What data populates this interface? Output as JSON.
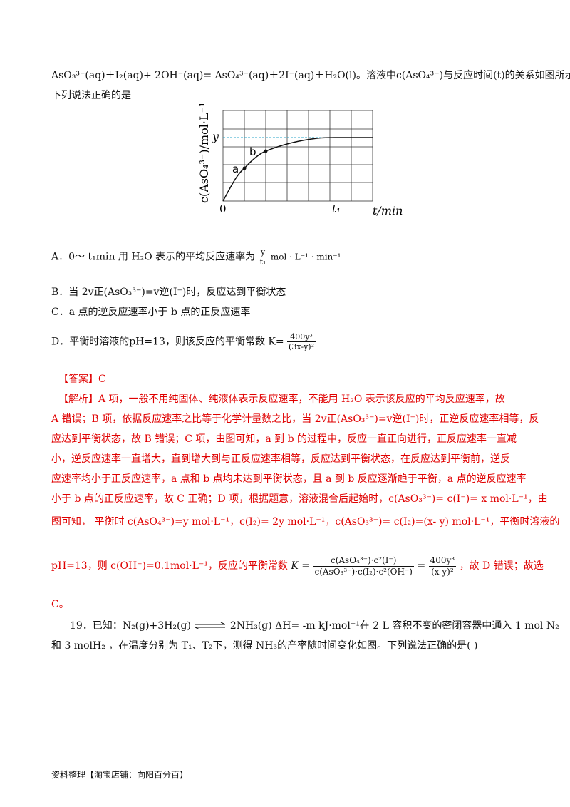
{
  "question18": {
    "line1": "AsO₃³⁻(aq)＋I₂(aq)+ 2OH⁻(aq)= AsO₄³⁻(aq)＋2I⁻(aq)＋H₂O(l)。溶液中c(AsO₄³⁻)与反应时间(t)的关系如图所示。",
    "line2": "下列说法正确的是",
    "graph": {
      "ylabel": "c(AsO₄³⁻)/mol·L⁻¹",
      "xlabel": "t/min",
      "origin": "0",
      "t1": "t₁",
      "y": "y",
      "point_a": "a",
      "point_b": "b"
    },
    "optionA": "A．0～ t₁min 用 H₂O 表示的平均反应速率为",
    "optionA_num": "y",
    "optionA_den": "t₁",
    "optionA_unit": "mol · L⁻¹ · min⁻¹",
    "optionB": "B．当 2v正(AsO₃³⁻)=v逆(I⁻)时，反应达到平衡状态",
    "optionC": "C．a 点的逆反应速率小于 b 点的正反应速率",
    "optionD": "D．平衡时溶液的pH=13，则该反应的平衡常数 K=",
    "optionD_num": "400y³",
    "optionD_den": "(3x-y)²"
  },
  "answer": {
    "label": "【答案】C",
    "analysis": [
      "【解析】A 项，一般不用纯固体、纯液体表示反应速率，不能用 H₂O 表示该反应的平均反应速率，故",
      "A 错误；B 项，依据反应速率之比等于化学计量数之比，当 2v正(AsO₃³⁻)=v逆(I⁻)时，正逆反应速率相等，反",
      "应达到平衡状态，故 B 错误；C 项，由图可知，a 到 b 的过程中，反应一直正向进行，正反应速率一直减",
      "小，逆反应速率一直增大，直到增大到与正反应速率相等，反应达到平衡状态，在反应达到平衡前，逆反",
      "应速率均小于正反应速率，a 点和 b 点均未达到平衡状态，且 a 到 b 反应逐渐趋于平衡，a 点的逆反应速率",
      "小于 b 点的正反应速率，故 C 正确；D 项，根据题意，溶液混合后起始时，c(AsO₃³⁻)= c(I⁻)= x mol·L⁻¹，由",
      "图可知，  平衡时 c(AsO₄³⁻)=y mol·L⁻¹，c(I₂)= 2y mol·L⁻¹，c(AsO₃³⁻)= c(I₂)=(x- y) mol·L⁻¹，平衡时溶液的"
    ],
    "k_line_pre": "pH=13，则 c(OH⁻)=0.1mol·L⁻¹，反应的平衡常数",
    "k_sym": "K =",
    "k_num": "c(AsO₄³⁻)·c²(I⁻)",
    "k_den": "c(AsO₃³⁻)·c(I₂)·c²(OH⁻)",
    "k_eq": "=",
    "k_num2": "400y³",
    "k_den2": "(x-y)²",
    "k_line_post": "，故 D 错误；故选",
    "last": "C。"
  },
  "question19": {
    "line1_a": "19．已知：N₂(g)+3H₂(g)",
    "line1_b": "2NH₃(g)    ΔH= -m kJ·mol⁻¹在  2 L  容积不变的密闭容器中通入  1 mol N₂",
    "line2": "和 3 molH₂ ，在温度分别为 T₁、T₂下，测得 NH₃的产率随时间变化如图。下列说法正确的是(      )"
  },
  "footer": "资料整理【淘宝店铺：向阳百分百】"
}
